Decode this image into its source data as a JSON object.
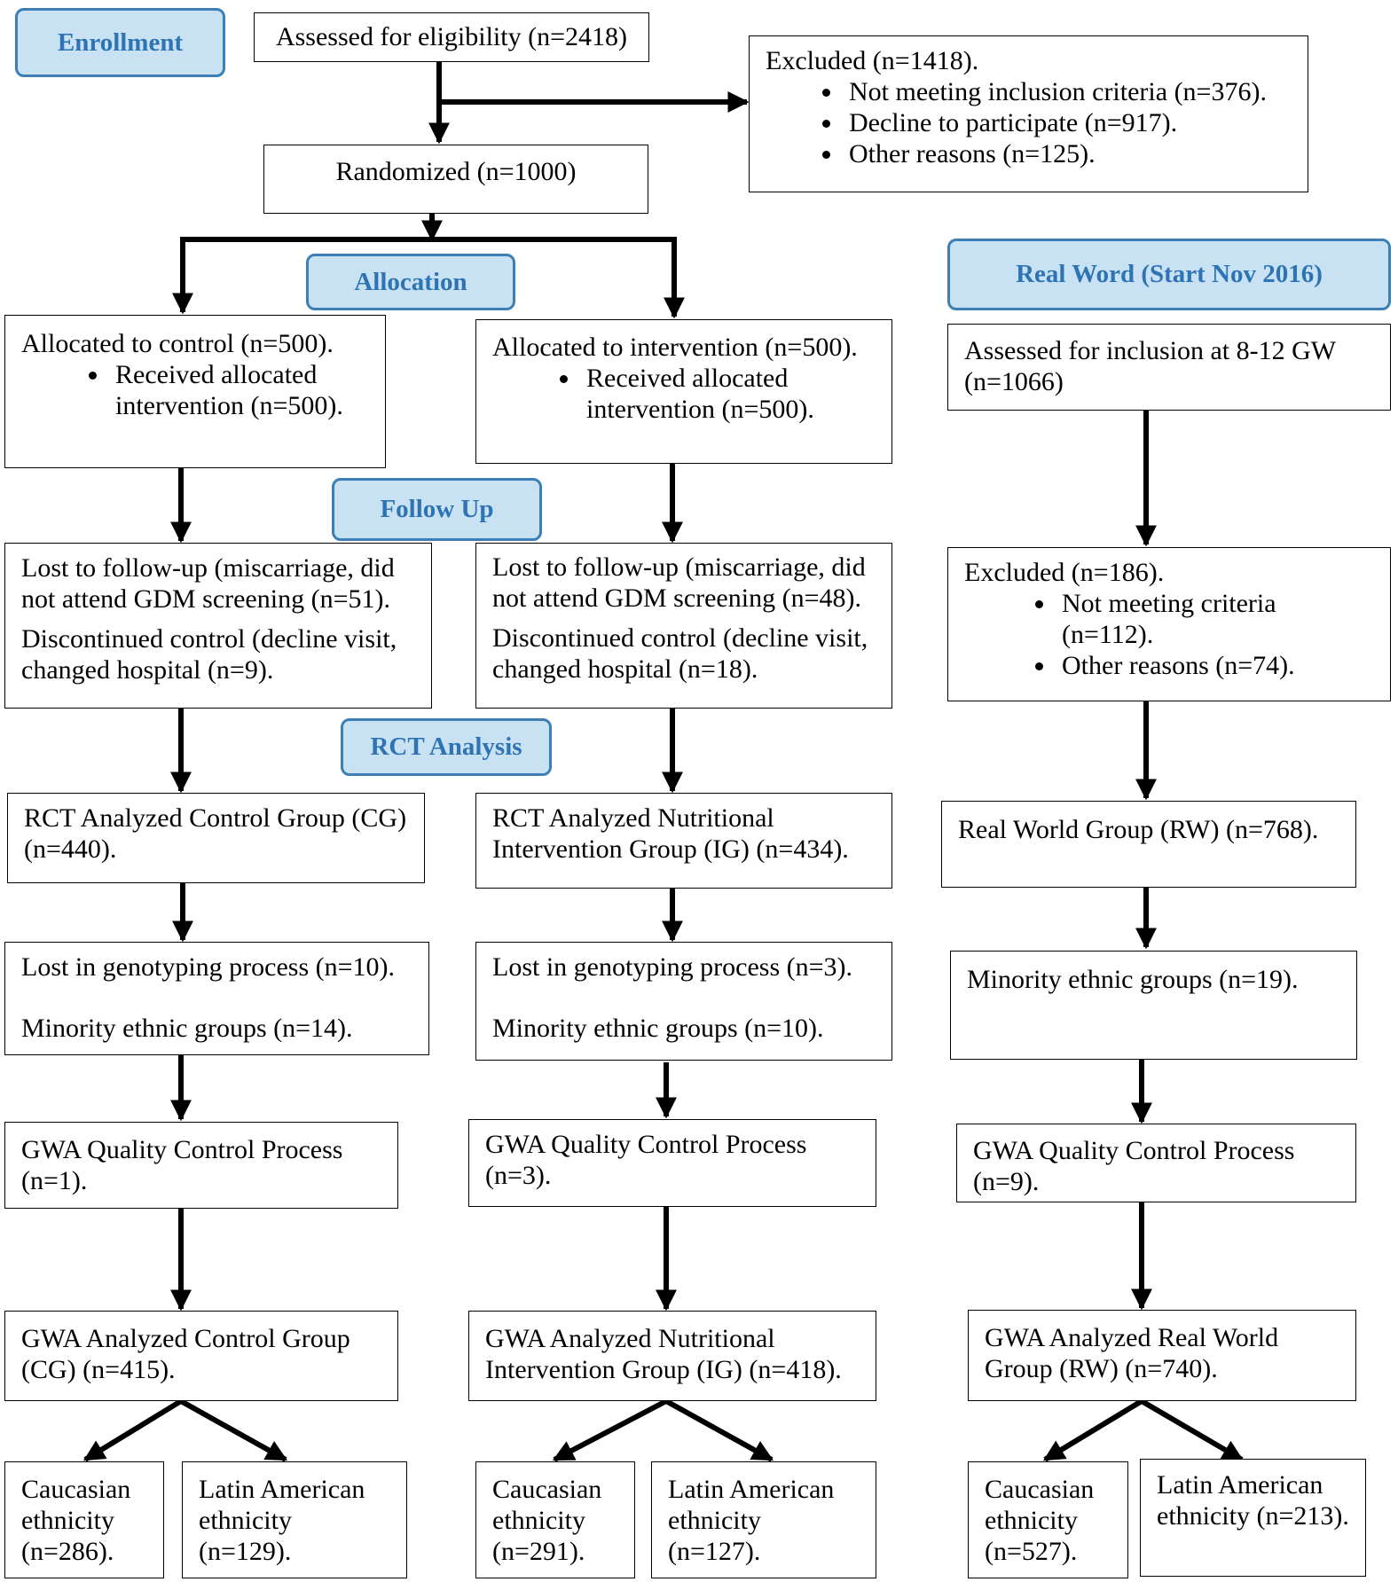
{
  "stage_labels": {
    "enrollment": "Enrollment",
    "allocation": "Allocation",
    "follow_up": "Follow Up",
    "rct_analysis": "RCT Analysis",
    "real_world": "Real Word (Start Nov 2016)"
  },
  "assessed": "Assessed for eligibility (n=2418)",
  "excluded_top": {
    "title": "Excluded (n=1418).",
    "items": [
      "Not meeting inclusion criteria (n=376).",
      "Decline to participate (n=917).",
      "Other reasons (n=125)."
    ]
  },
  "randomized": "Randomized (n=1000)",
  "control": {
    "allocated": "Allocated to control (n=500).",
    "allocated_item": "Received allocated intervention (n=500).",
    "lost_followup": "Lost to follow-up (miscarriage, did not attend GDM screening (n=51).",
    "discontinued": "Discontinued control (decline visit, changed hospital (n=9).",
    "rct_analyzed": "RCT Analyzed Control Group (CG) (n=440).",
    "lost_genotyping": "Lost in genotyping process (n=10).",
    "minority": "Minority ethnic groups (n=14).",
    "gwa_qc": "GWA Quality Control Process (n=1).",
    "gwa_analyzed": "GWA Analyzed Control Group (CG) (n=415).",
    "caucasian": "Caucasian ethnicity (n=286).",
    "latin": "Latin American ethnicity (n=129)."
  },
  "intervention": {
    "allocated": "Allocated to intervention (n=500).",
    "allocated_item": "Received allocated intervention (n=500).",
    "lost_followup": "Lost to follow-up (miscarriage, did not attend GDM screening (n=48).",
    "discontinued": "Discontinued control (decline visit, changed hospital (n=18).",
    "rct_analyzed": "RCT Analyzed Nutritional Intervention Group (IG) (n=434).",
    "lost_genotyping": "Lost in genotyping process (n=3).",
    "minority": "Minority ethnic groups (n=10).",
    "gwa_qc": "GWA Quality Control Process (n=3).",
    "gwa_analyzed": "GWA Analyzed Nutritional Intervention Group (IG) (n=418).",
    "caucasian": "Caucasian ethnicity (n=291).",
    "latin": "Latin American ethnicity (n=127)."
  },
  "real_world": {
    "assessed": "Assessed for inclusion at 8-12 GW (n=1066)",
    "excluded_title": "Excluded (n=186).",
    "excluded_items": [
      "Not meeting criteria (n=112).",
      "Other reasons (n=74)."
    ],
    "group": "Real World Group (RW) (n=768).",
    "minority": "Minority ethnic groups (n=19).",
    "gwa_qc": "GWA Quality Control Process (n=9).",
    "gwa_analyzed": "GWA Analyzed Real World Group (RW) (n=740).",
    "caucasian": "Caucasian ethnicity (n=527).",
    "latin": "Latin American ethnicity (n=213)."
  }
}
